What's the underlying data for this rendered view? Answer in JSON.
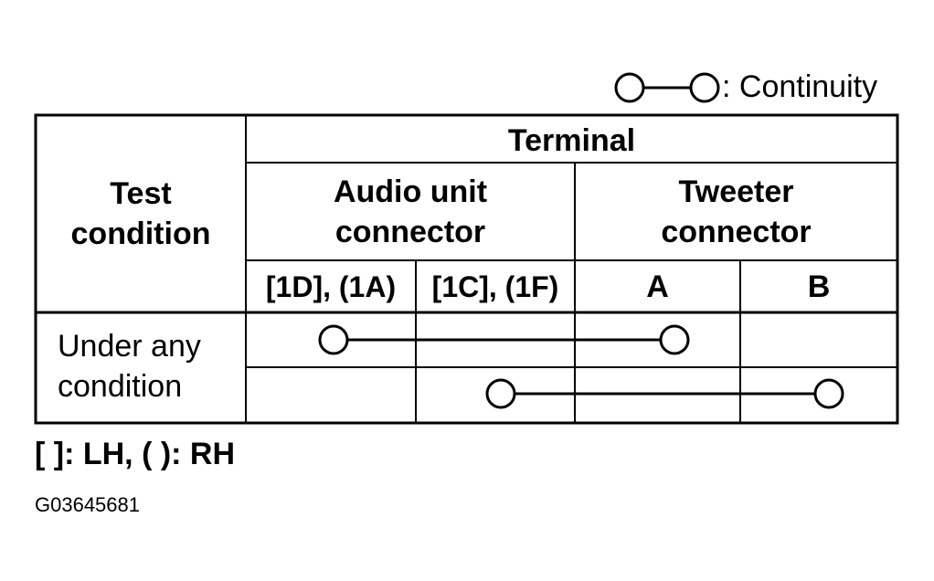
{
  "legend": {
    "symbol": "continuity-symbol-icon",
    "label": ": Continuity"
  },
  "table": {
    "test_condition_header": [
      "Test",
      "condition"
    ],
    "terminal_header": "Terminal",
    "groups": [
      {
        "label": [
          "Audio unit",
          "connector"
        ],
        "columns": [
          "[1D], (1A)",
          "[1C], (1F)"
        ]
      },
      {
        "label": [
          "Tweeter",
          "connector"
        ],
        "columns": [
          "A",
          "B"
        ]
      }
    ],
    "condition": [
      "Under any",
      "condition"
    ],
    "continuity": [
      {
        "from": "[1D], (1A)",
        "to": "A"
      },
      {
        "from": "[1C], (1F)",
        "to": "B"
      }
    ]
  },
  "footnote": "[ ]: LH, ( ): RH",
  "figure_id": "G03645681"
}
